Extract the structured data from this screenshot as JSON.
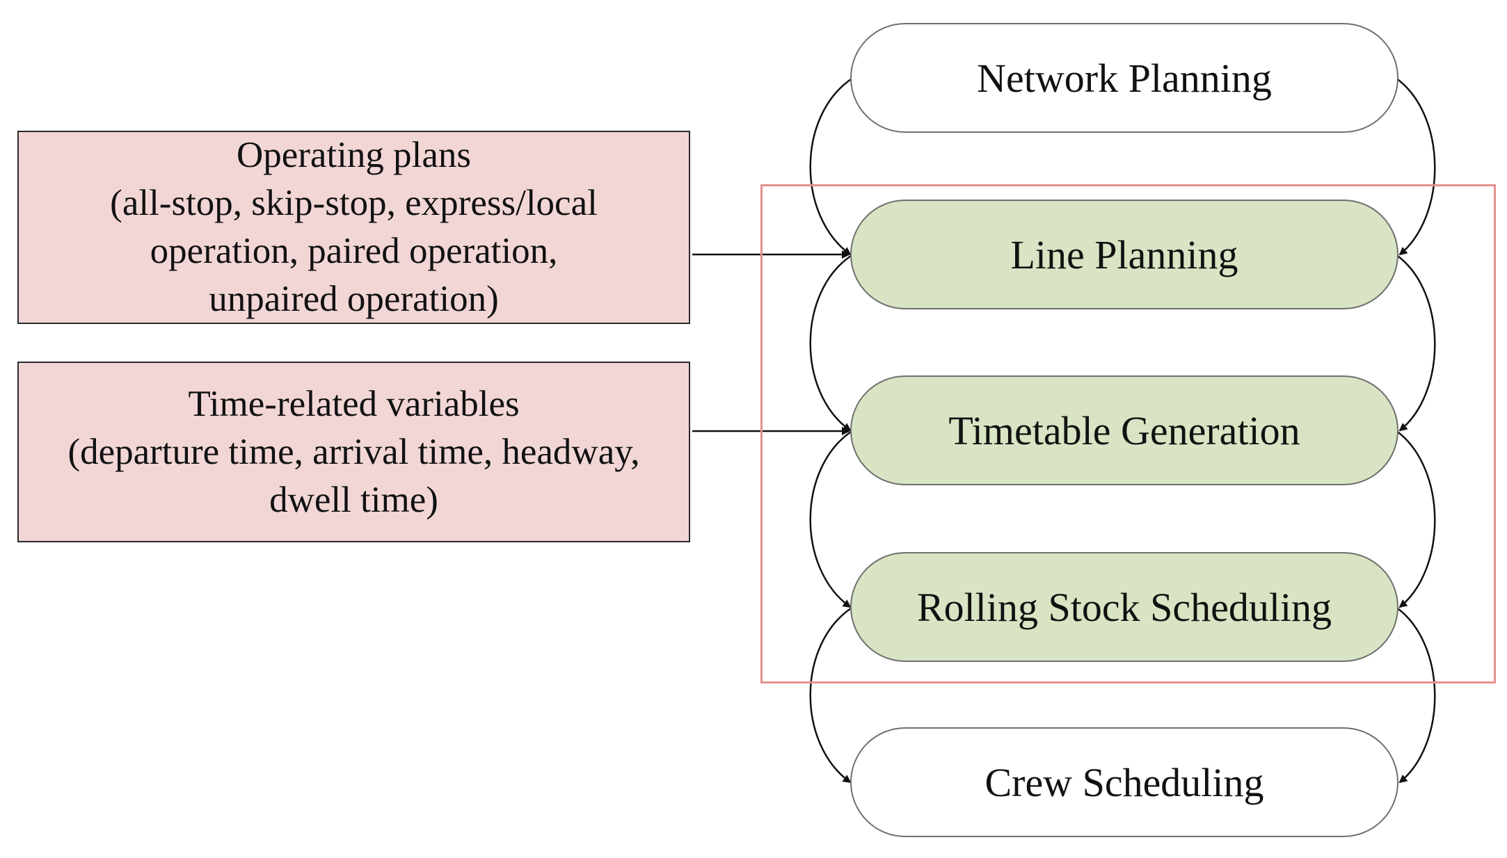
{
  "diagram": {
    "input_boxes": [
      {
        "id": "operating-plans",
        "lines": [
          "Operating plans",
          "(all-stop, skip-stop, express/local",
          "operation, paired operation,",
          "unpaired operation)"
        ],
        "target": "Line Planning"
      },
      {
        "id": "time-related-variables",
        "lines": [
          "Time-related variables",
          "(departure time, arrival time, headway,",
          "dwell time)"
        ],
        "target": "Timetable Generation"
      }
    ],
    "stages": [
      {
        "label": "Network Planning",
        "highlighted": false
      },
      {
        "label": "Line Planning",
        "highlighted": true
      },
      {
        "label": "Timetable Generation",
        "highlighted": true
      },
      {
        "label": "Rolling Stock Scheduling",
        "highlighted": true
      },
      {
        "label": "Crew Scheduling",
        "highlighted": false
      }
    ],
    "colors": {
      "input_box_fill": "#f2d6d6",
      "highlighted_stage_fill": "#d8e4c3",
      "plain_stage_fill": "#ffffff",
      "focus_frame": "#e4918e",
      "arrows": "#111111"
    }
  }
}
